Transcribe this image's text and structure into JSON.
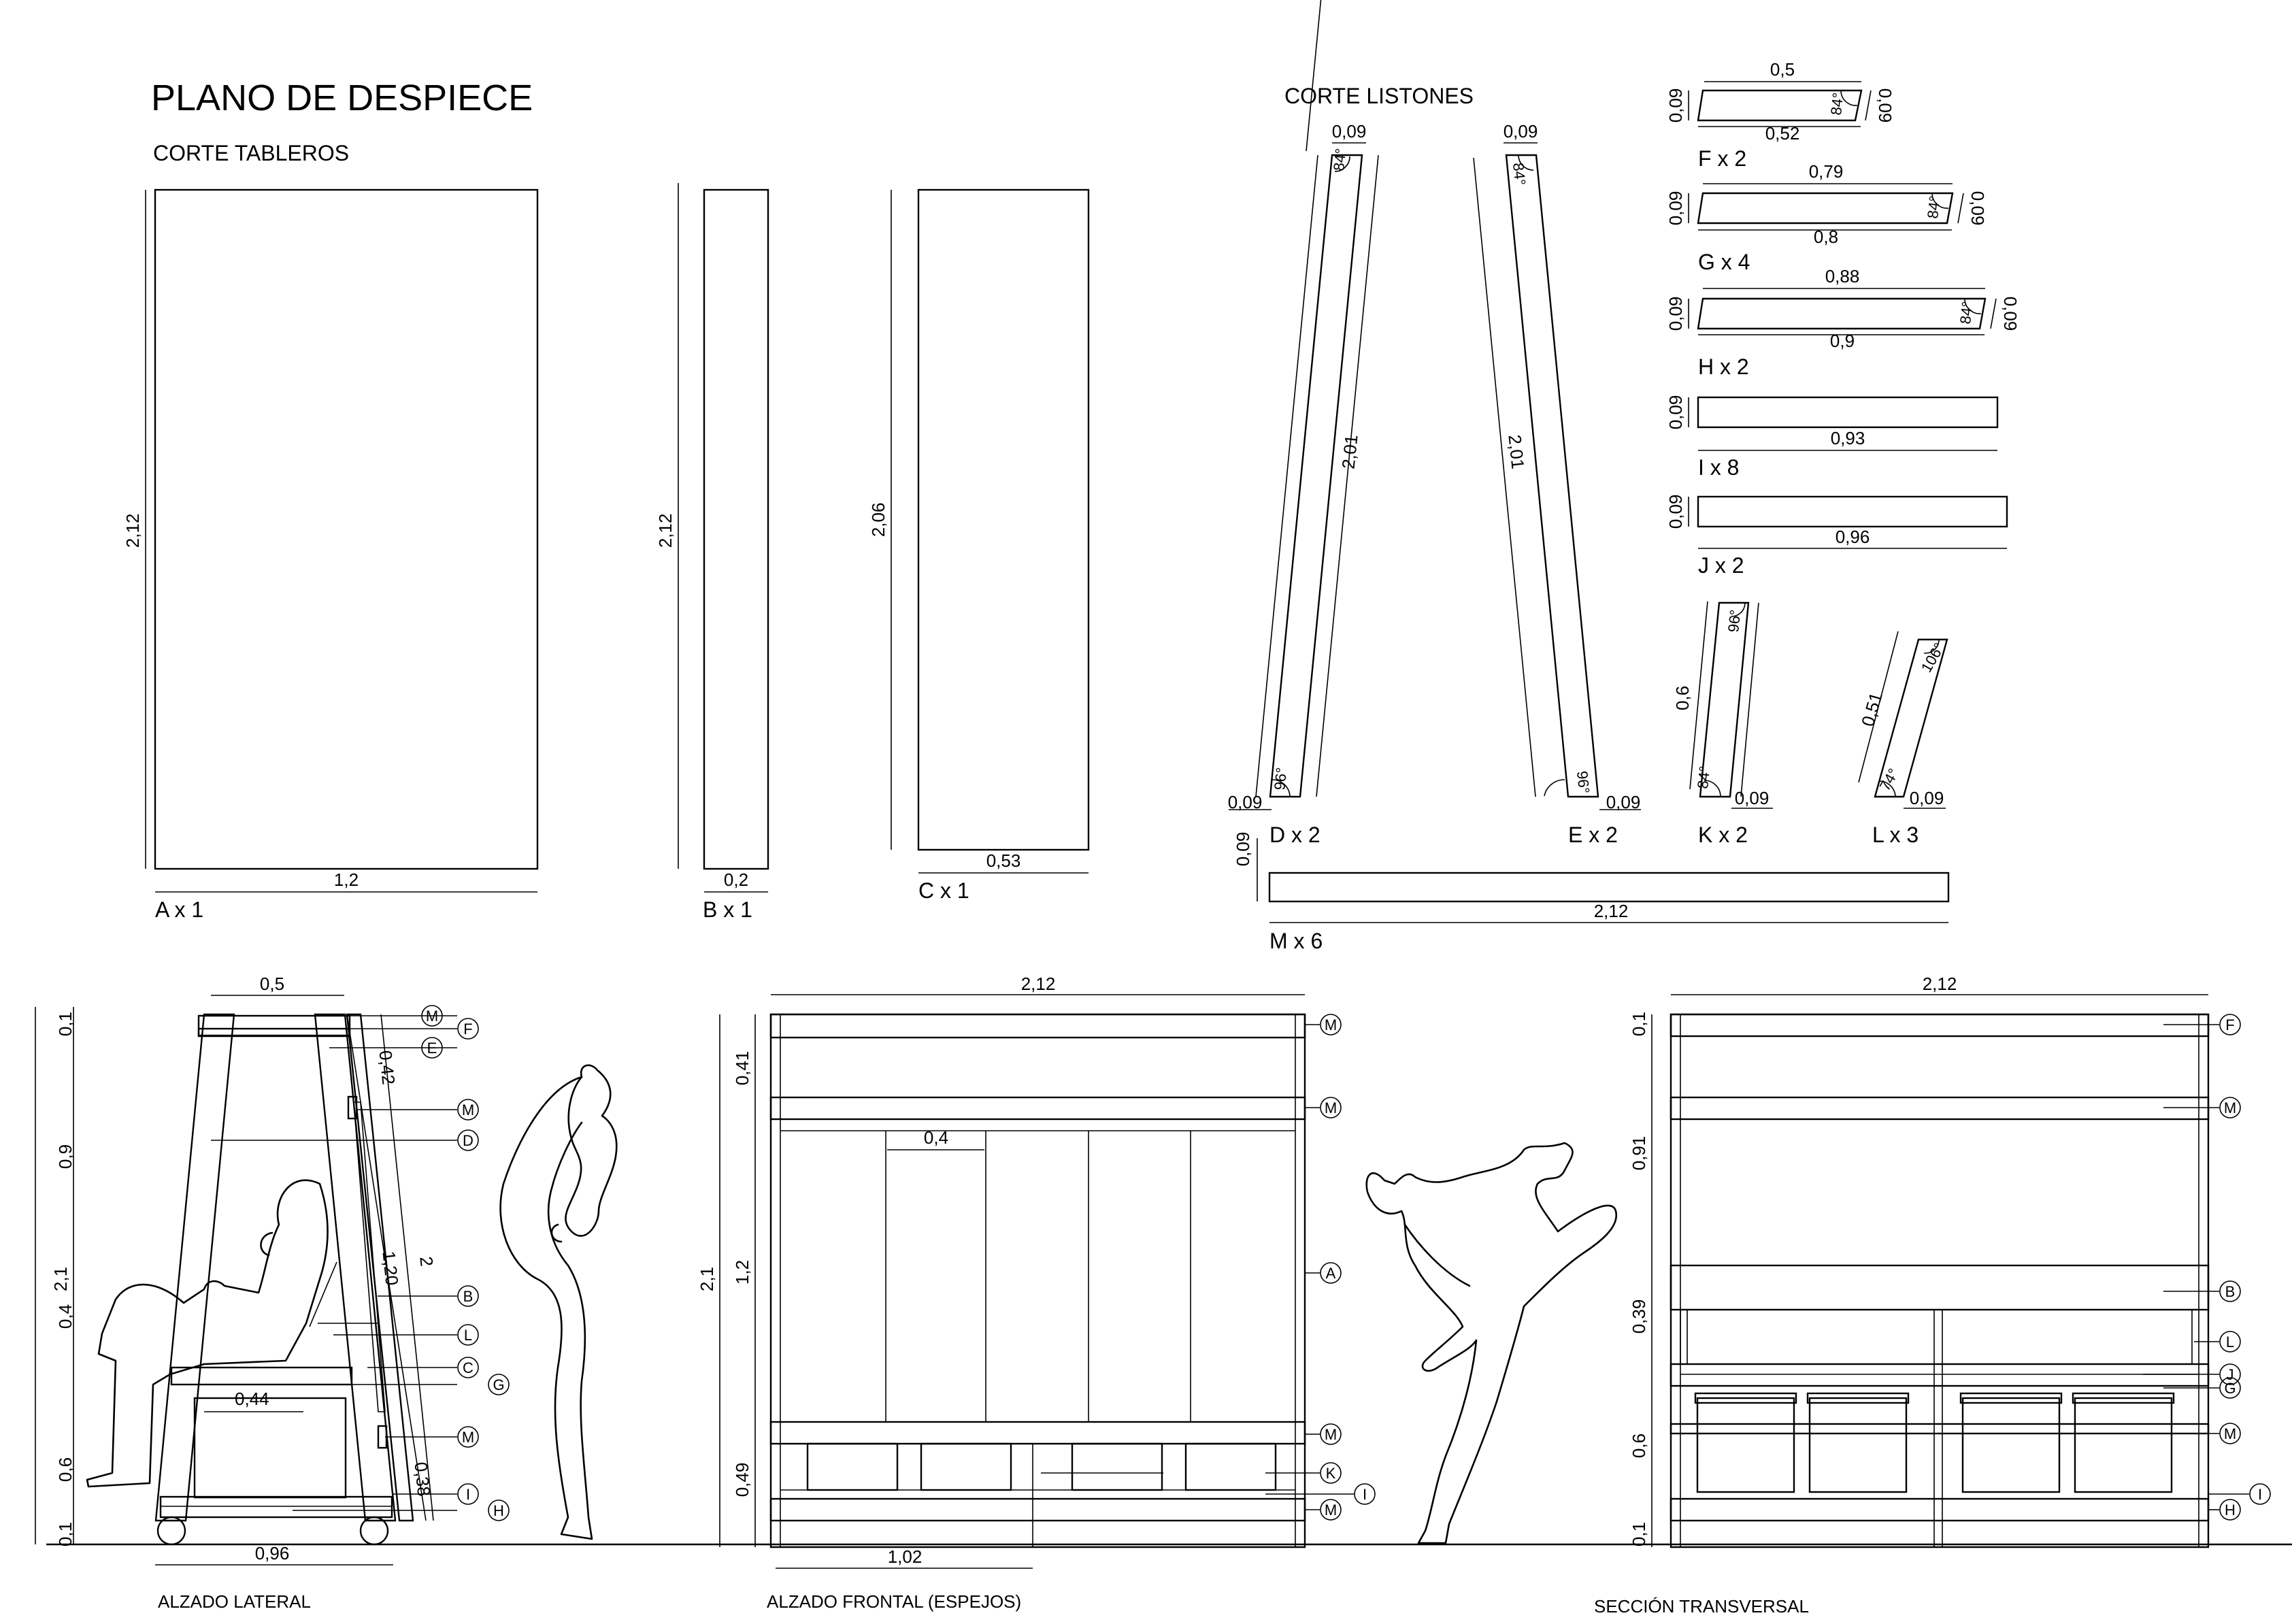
{
  "title": "PLANO DE DESPIECE",
  "boards_heading": "CORTE TABLEROS",
  "strips_heading": "CORTE LISTONES",
  "boards": {
    "a": {
      "caption": "A x 1",
      "width": "1,2",
      "height": "2,12"
    },
    "b": {
      "caption": "B x 1",
      "width": "0,2",
      "height": "2,12"
    },
    "c": {
      "caption": "C x 1",
      "width": "0,53",
      "height": "2,06"
    }
  },
  "strips": {
    "d": {
      "caption": "D x 2",
      "top": "0,09",
      "bottom": "0,09",
      "length": "2,01",
      "angle_top": "84°",
      "angle_bottom": "96°"
    },
    "e": {
      "caption": "E x 2",
      "top": "0,09",
      "bottom": "0,09",
      "length": "2,01",
      "angle_top": "84°",
      "angle_bottom": "96°"
    },
    "f": {
      "caption": "F x 2",
      "top": "0,5",
      "bottom": "0,52",
      "side": "0,09",
      "angle": "84°"
    },
    "g": {
      "caption": "G x 4",
      "top": "0,79",
      "bottom": "0,8",
      "side": "0,09",
      "angle": "84°"
    },
    "h": {
      "caption": "H x 2",
      "top": "0,88",
      "bottom": "0,9",
      "side": "0,09",
      "angle": "84°"
    },
    "i": {
      "caption": "I x 8",
      "length": "0,93",
      "side": "0,09"
    },
    "j": {
      "caption": "J x 2",
      "length": "0,96",
      "side": "0,09"
    },
    "k": {
      "caption": "K x 2",
      "length": "0,6",
      "bottom": "0,09",
      "angle_top": "96°",
      "angle_bottom": "84°"
    },
    "l": {
      "caption": "L x 3",
      "length": "0,51",
      "bottom": "0,09",
      "angle_top": "106°",
      "angle_bottom": "74°"
    },
    "m": {
      "caption": "M x 6",
      "length": "2,12",
      "side": "0,09"
    }
  },
  "side_view": {
    "label": "ALZADO LATERAL",
    "top_width": "0,5",
    "bottom_width": "0,96",
    "total_height": "2,1",
    "heights": [
      "0,1",
      "0,9",
      "0,4",
      "0,6",
      "0,1"
    ],
    "inner_width": "0,44",
    "mirror_dims": [
      "0,42",
      "1,20",
      "0,38"
    ],
    "diagonal": "2",
    "tags": [
      "M",
      "F",
      "E",
      "M",
      "D",
      "B",
      "L",
      "C",
      "G",
      "M",
      "I",
      "H"
    ]
  },
  "front_view": {
    "label": "ALZADO FRONTAL (ESPEJOS)",
    "total_width": "2,12",
    "panel_width": "0,4",
    "bottom_width": "1,02",
    "total_height": "2,1",
    "heights": [
      "0,41",
      "1,2",
      "0,49"
    ],
    "tags": [
      "M",
      "M",
      "A",
      "M",
      "K",
      "I",
      "M"
    ]
  },
  "section_view": {
    "label": "SECCIÓN TRANSVERSAL",
    "total_width": "2,12",
    "heights": [
      "0,1",
      "0,91",
      "0,39",
      "0,6",
      "0,1"
    ],
    "tags": [
      "F",
      "M",
      "B",
      "L",
      "J",
      "G",
      "M",
      "I",
      "H"
    ]
  }
}
